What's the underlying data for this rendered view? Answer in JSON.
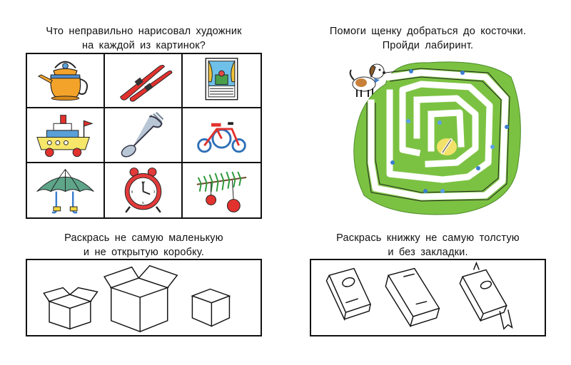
{
  "left_page": {
    "task1": {
      "line1": "Что неправильно нарисовал художник",
      "line2": "на каждой из картинок?",
      "pictures": [
        "kettle",
        "skis",
        "window",
        "ship",
        "fork-spoon",
        "tricycle",
        "umbrella",
        "alarm-clock",
        "fir-branch-apple"
      ]
    },
    "task2": {
      "line1": "Раскрась не самую маленькую",
      "line2": "и не открытую коробку.",
      "pictures": [
        "small-open-box",
        "large-open-box",
        "closed-box"
      ]
    }
  },
  "right_page": {
    "task1": {
      "line1": "Помоги щенку добраться до косточки.",
      "line2": "Пройди лабиринт.",
      "pictures": [
        "puppy",
        "maze",
        "bone"
      ]
    },
    "task2": {
      "line1": "Раскрась книжку не самую толстую",
      "line2": "и без закладки.",
      "pictures": [
        "book-thin",
        "book-thick",
        "book-with-bookmark"
      ]
    }
  },
  "colors": {
    "maze_grass": "#7cc242",
    "kettle_orange": "#f4a32a",
    "ski_red": "#e2322e",
    "umbrella_green": "#5ea58a",
    "clock_red": "#e33a3a"
  }
}
